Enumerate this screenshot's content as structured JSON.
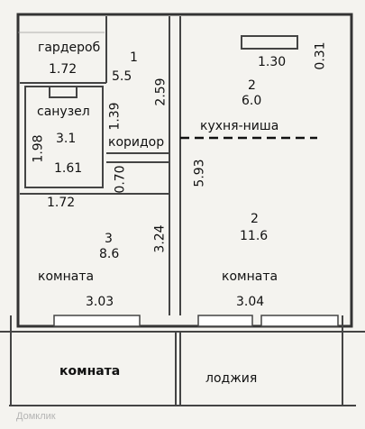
{
  "rooms": {
    "wardrobe": {
      "label": "гардероб",
      "width": "1.72",
      "number": "1",
      "area": "5.5",
      "height_dim": "2.59"
    },
    "bathroom": {
      "label": "санузел",
      "area": "3.1",
      "left_dim": "1.98",
      "bottom_width": "1.61",
      "right_dim": "1.39"
    },
    "corridor": {
      "label": "коридор",
      "dim_a": "0.70",
      "dim_b": "1.72"
    },
    "kitchen": {
      "label": "кухня-ниша",
      "number": "2",
      "area": "6.0",
      "top_dim": "1.30",
      "side_dim": "0.31",
      "height_dim": "5.93"
    },
    "room_left": {
      "label": "комната",
      "number": "3",
      "area": "8.6",
      "width": "3.03",
      "height_dim": "3.24"
    },
    "room_right": {
      "label": "комната",
      "number": "2",
      "area": "11.6",
      "width": "3.04"
    },
    "bottom_left": {
      "label": "комната"
    },
    "loggia": {
      "label": "лоджия"
    }
  },
  "watermark": "Домклик"
}
